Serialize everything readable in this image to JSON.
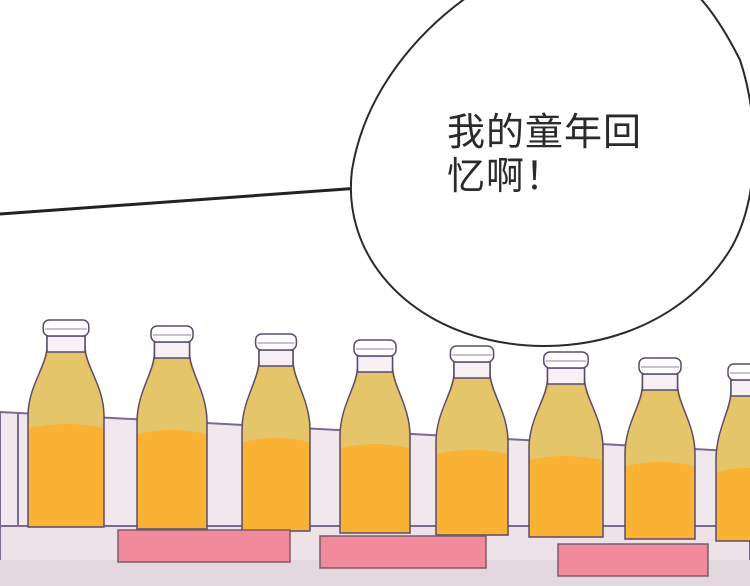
{
  "speech_bubble": {
    "lines": [
      "我的童年回",
      "忆啊！"
    ]
  },
  "colors": {
    "juice_orange": "#f9b234",
    "juice_top": "#e5c56a",
    "shelf": "#f0e7ec",
    "price_tag": "#f18a9a",
    "outline": "#5a4b6e"
  },
  "shelf": {
    "bottle_count": 8,
    "price_tag_count": 3
  }
}
